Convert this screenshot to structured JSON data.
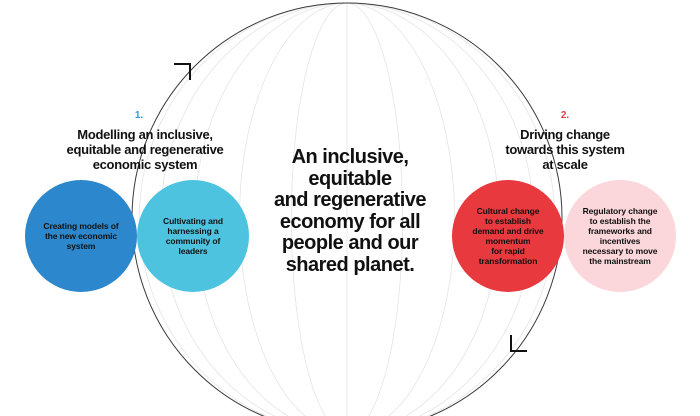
{
  "center": {
    "text": "An inclusive,\nequitable\nand regenerative\neconomy for all\npeople and our\nshared planet."
  },
  "left_group": {
    "number": "1.",
    "number_color": "#2f9fd8",
    "heading": "Modelling an inclusive,\nequitable and regenerative\neconomic system",
    "circles": [
      {
        "label": "Creating models of\nthe new economic\nsystem",
        "color": "#2c87cc"
      },
      {
        "label": "Cultivating and\nharnessing a\ncommunity of\nleaders",
        "color": "#4ec3e0"
      }
    ]
  },
  "right_group": {
    "number": "2.",
    "number_color": "#e8414a",
    "heading": "Driving change\ntowards this system\nat scale",
    "circles": [
      {
        "label": "Cultural change\nto establish\ndemand and drive\nmomentum\nfor rapid\ntransformation",
        "color": "#e8393f"
      },
      {
        "label": "Regulatory change\nto establish the\nframeworks and\nincentives\nnecessary to move\nthe mainstream",
        "color": "#fbd6da"
      }
    ]
  }
}
